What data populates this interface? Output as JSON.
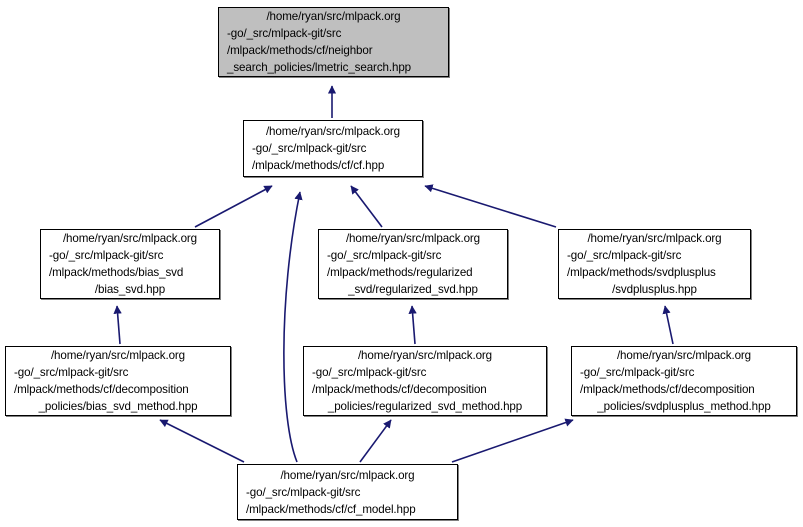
{
  "graph": {
    "type": "doxygen-include-dependency-graph",
    "title": "lmetric_search.hpp include dependency graph",
    "edge_color": "#191970",
    "root_fill": "#bfbfbf",
    "node_fill": "#ffffff",
    "border_color": "#000000",
    "nodes": [
      {
        "id": "lmetric_search",
        "name": "lmetric-search-node",
        "highlighted": true,
        "lines": [
          "/home/ryan/src/mlpack.org",
          "-go/_src/mlpack-git/src",
          "/mlpack/methods/cf/neighbor",
          "_search_policies/lmetric_search.hpp"
        ]
      },
      {
        "id": "cf",
        "name": "cf-hpp-node",
        "highlighted": false,
        "lines": [
          "/home/ryan/src/mlpack.org",
          "-go/_src/mlpack-git/src",
          "/mlpack/methods/cf/cf.hpp"
        ]
      },
      {
        "id": "bias_svd",
        "name": "bias-svd-hpp-node",
        "highlighted": false,
        "lines": [
          "/home/ryan/src/mlpack.org",
          "-go/_src/mlpack-git/src",
          "/mlpack/methods/bias_svd",
          "/bias_svd.hpp"
        ]
      },
      {
        "id": "regularized_svd",
        "name": "regularized-svd-hpp-node",
        "highlighted": false,
        "lines": [
          "/home/ryan/src/mlpack.org",
          "-go/_src/mlpack-git/src",
          "/mlpack/methods/regularized",
          "_svd/regularized_svd.hpp"
        ]
      },
      {
        "id": "svdplusplus",
        "name": "svdplusplus-hpp-node",
        "highlighted": false,
        "lines": [
          "/home/ryan/src/mlpack.org",
          "-go/_src/mlpack-git/src",
          "/mlpack/methods/svdplusplus",
          "/svdplusplus.hpp"
        ]
      },
      {
        "id": "bias_svd_method",
        "name": "bias-svd-method-hpp-node",
        "highlighted": false,
        "lines": [
          "/home/ryan/src/mlpack.org",
          "-go/_src/mlpack-git/src",
          "/mlpack/methods/cf/decomposition",
          "_policies/bias_svd_method.hpp"
        ]
      },
      {
        "id": "regularized_svd_method",
        "name": "regularized-svd-method-hpp-node",
        "highlighted": false,
        "lines": [
          "/home/ryan/src/mlpack.org",
          "-go/_src/mlpack-git/src",
          "/mlpack/methods/cf/decomposition",
          "_policies/regularized_svd_method.hpp"
        ]
      },
      {
        "id": "svdplusplus_method",
        "name": "svdplusplus-method-hpp-node",
        "highlighted": false,
        "lines": [
          "/home/ryan/src/mlpack.org",
          "-go/_src/mlpack-git/src",
          "/mlpack/methods/cf/decomposition",
          "_policies/svdplusplus_method.hpp"
        ]
      },
      {
        "id": "cf_model",
        "name": "cf-model-hpp-node",
        "highlighted": false,
        "lines": [
          "/home/ryan/src/mlpack.org",
          "-go/_src/mlpack-git/src",
          "/mlpack/methods/cf/cf_model.hpp"
        ]
      }
    ],
    "edges": [
      {
        "from": "cf",
        "to": "lmetric_search"
      },
      {
        "from": "bias_svd",
        "to": "cf"
      },
      {
        "from": "regularized_svd",
        "to": "cf"
      },
      {
        "from": "svdplusplus",
        "to": "cf"
      },
      {
        "from": "cf_model",
        "to": "cf"
      },
      {
        "from": "bias_svd_method",
        "to": "bias_svd"
      },
      {
        "from": "regularized_svd_method",
        "to": "regularized_svd"
      },
      {
        "from": "svdplusplus_method",
        "to": "svdplusplus"
      },
      {
        "from": "cf_model",
        "to": "bias_svd_method"
      },
      {
        "from": "cf_model",
        "to": "regularized_svd_method"
      },
      {
        "from": "cf_model",
        "to": "svdplusplus_method"
      }
    ]
  }
}
